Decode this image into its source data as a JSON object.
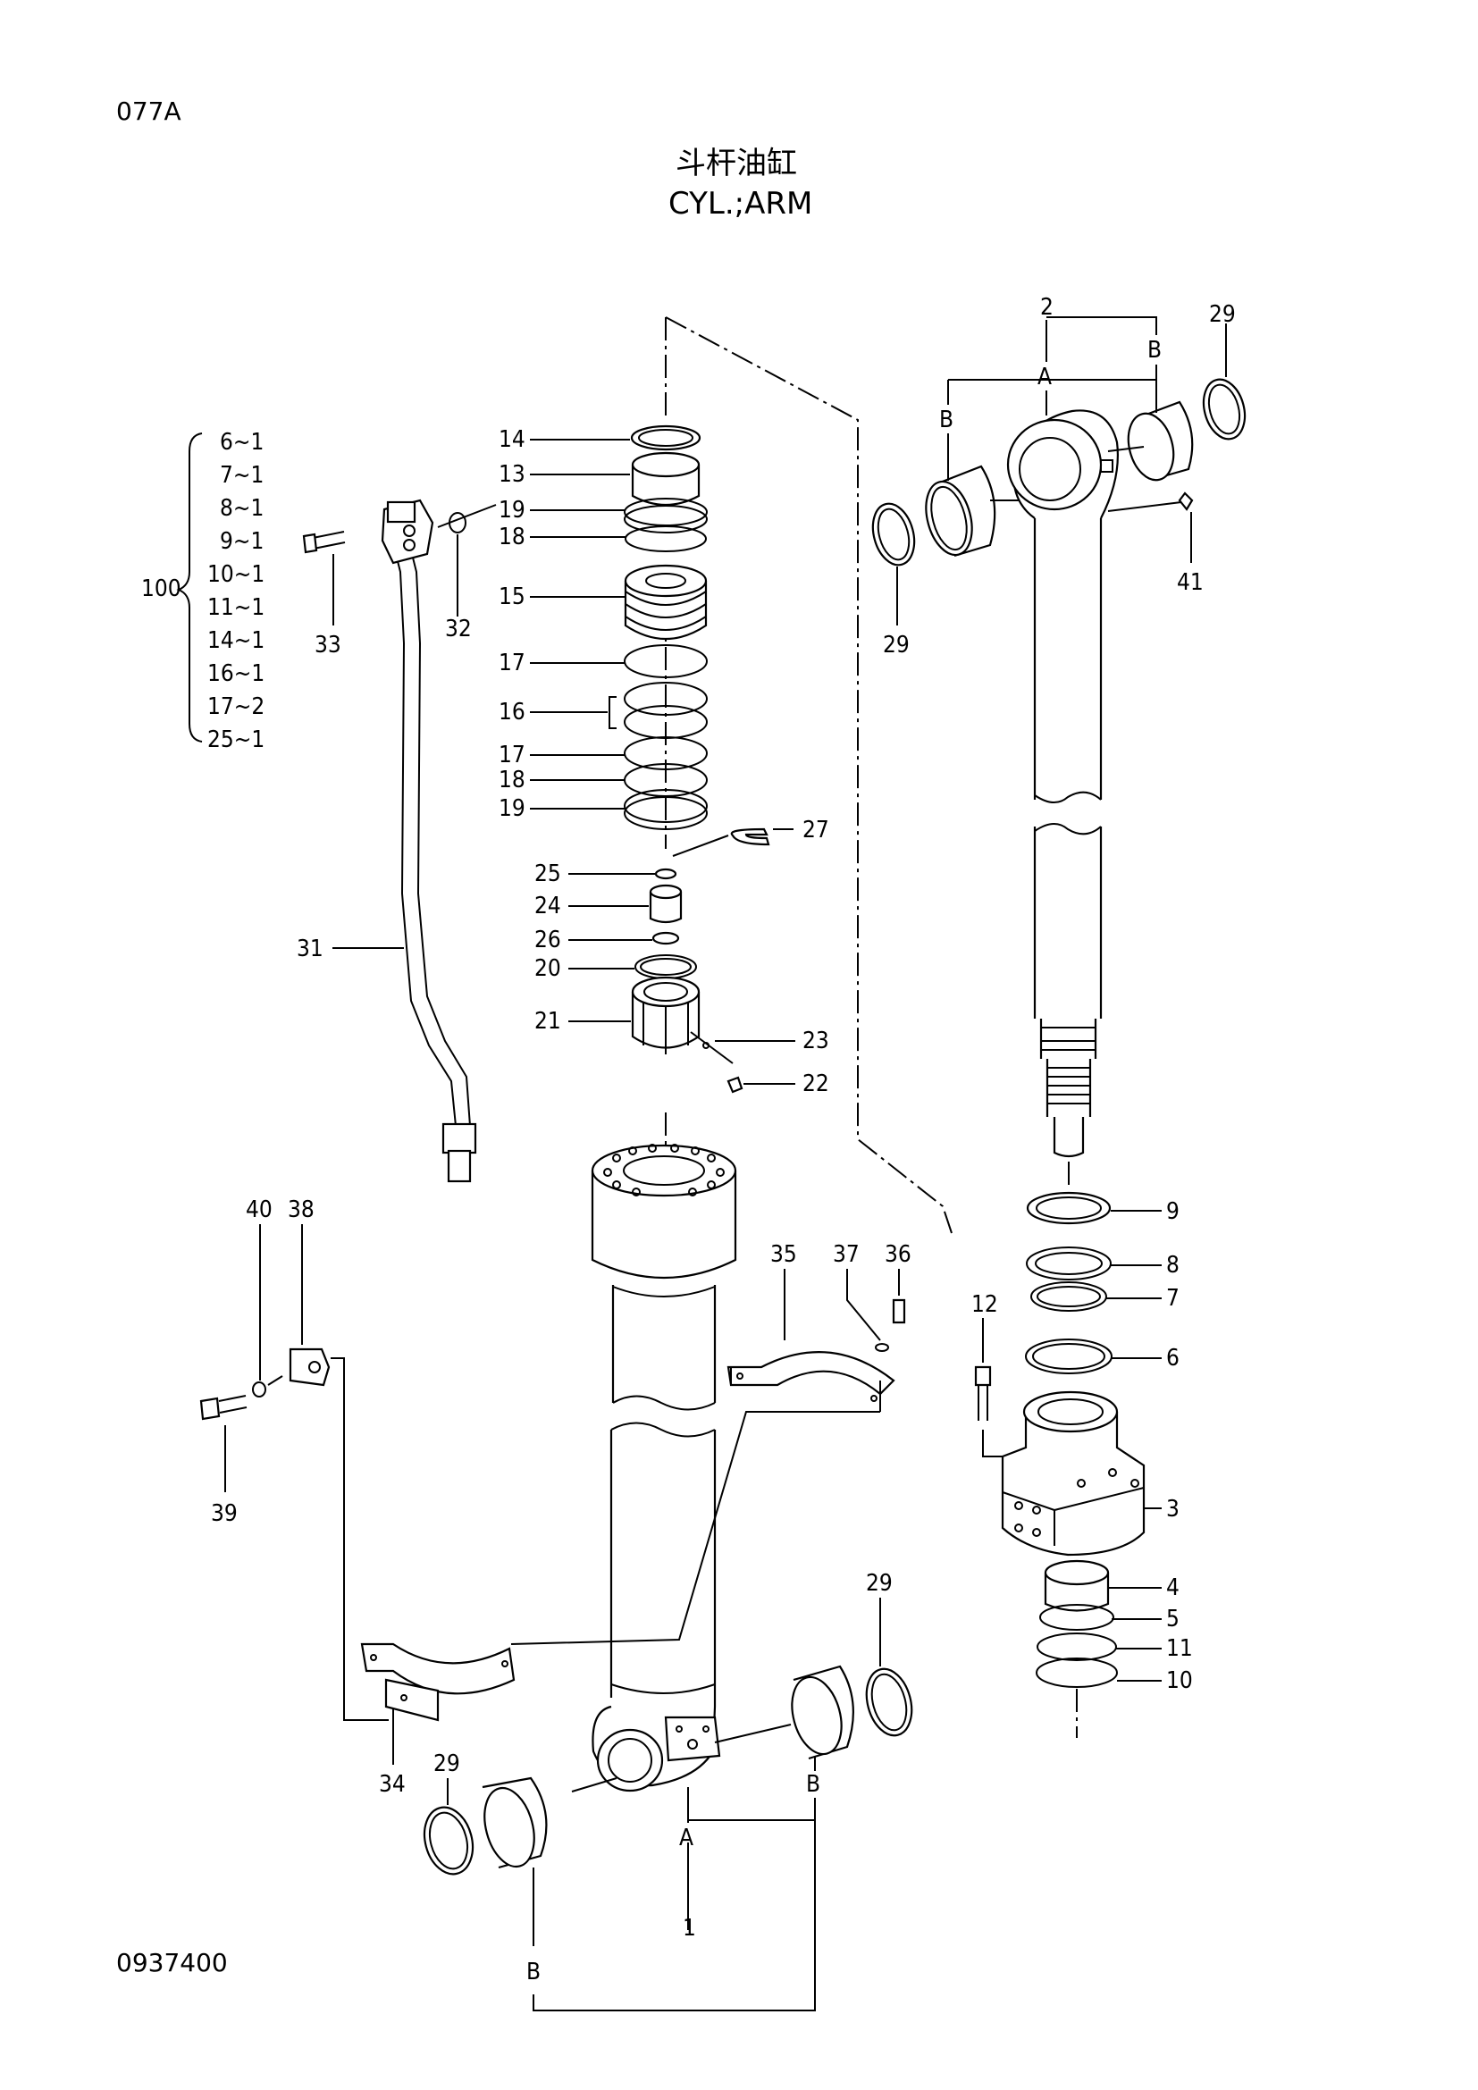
{
  "header": {
    "page_code": "077A",
    "title_cn": "斗杆油缸",
    "title_en": "CYL.;ARM"
  },
  "footer": {
    "drawing_no": "0937400"
  },
  "kit": {
    "number": "100",
    "items": [
      "6~1",
      "7~1",
      "8~1",
      "9~1",
      "10~1",
      "11~1",
      "14~1",
      "16~1",
      "17~2",
      "25~1"
    ]
  },
  "callouts": {
    "c1": "1",
    "c2": "2",
    "c3": "3",
    "c4": "4",
    "c5": "5",
    "c6": "6",
    "c7": "7",
    "c8": "8",
    "c9": "9",
    "c10": "10",
    "c11": "11",
    "c12": "12",
    "c13": "13",
    "c14": "14",
    "c15": "15",
    "c16": "16",
    "c17a": "17",
    "c17b": "17",
    "c18a": "18",
    "c18b": "18",
    "c19a": "19",
    "c19b": "19",
    "c20": "20",
    "c21": "21",
    "c22": "22",
    "c23": "23",
    "c24": "24",
    "c25": "25",
    "c26": "26",
    "c27": "27",
    "c29a": "29",
    "c29b": "29",
    "c29c": "29",
    "c29d": "29",
    "c31": "31",
    "c32": "32",
    "c33": "33",
    "c34": "34",
    "c35": "35",
    "c36": "36",
    "c37": "37",
    "c38": "38",
    "c39": "39",
    "c40": "40",
    "c41": "41"
  },
  "letters": {
    "a_top": "A",
    "b_top_left": "B",
    "b_top_right": "B",
    "a_bottom": "A",
    "b_bottom_left": "B",
    "b_bottom_right": "B"
  }
}
